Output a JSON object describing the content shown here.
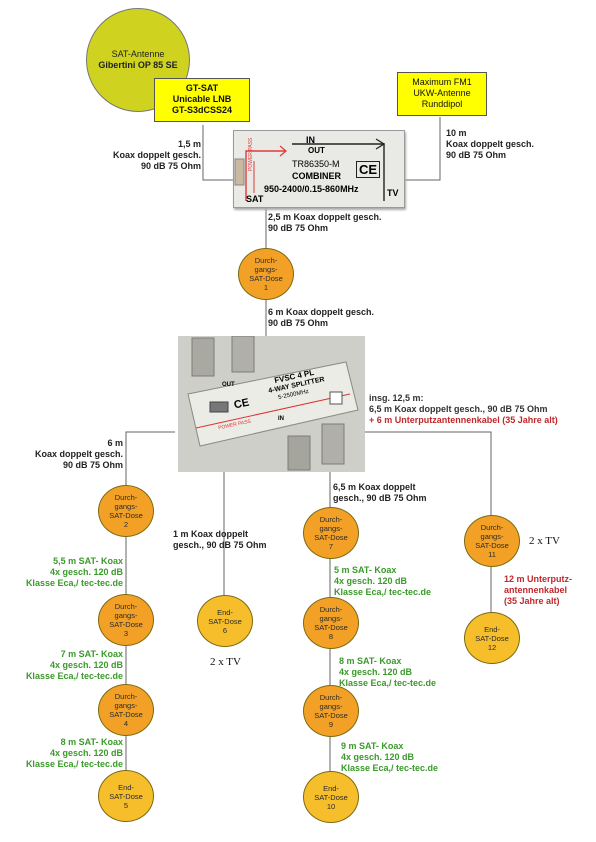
{
  "antenna": {
    "line1": "SAT-Antenne",
    "line2": "Gibertini OP 85 SE"
  },
  "lnb": {
    "text": "GT-SAT\nUnicable LNB\nGT-S3dCSS24"
  },
  "fm": {
    "text": "Maximum FM1\nUKW-Antenne\nRunddipol"
  },
  "combiner": {
    "in": "IN",
    "out": "OUT",
    "sat": "SAT",
    "tv": "TV",
    "model": "TR86350-M",
    "name": "COMBINER",
    "freq": "950-2400/0.15-860MHz",
    "power": "POWER PASS",
    "ce": "CE"
  },
  "splitter": {
    "model": "FVSC 4 PL",
    "type": "4-WAY SPLITTER",
    "freq": "5-2500MHz",
    "out": "OUT",
    "in": "IN",
    "power": "POWER PASS",
    "ce": "CE"
  },
  "cables": {
    "lnb_combiner": [
      "1,5 m",
      "Koax doppelt gesch.",
      "90 dB 75 Ohm"
    ],
    "fm_combiner": [
      "10 m",
      "Koax doppelt gesch.",
      "90 dB 75 Ohm"
    ],
    "combiner_dose1": [
      "2,5 m Koax doppelt gesch.",
      "90 dB 75 Ohm"
    ],
    "dose1_splitter": [
      "6 m Koax doppelt gesch.",
      "90 dB 75 Ohm"
    ],
    "splitter_dose11": [
      "insg. 12,5 m:",
      "6,5 m Koax doppelt gesch., 90 dB 75 Ohm"
    ],
    "splitter_dose11_red": "+ 6 m Unterputzantennenkabel (35 Jahre alt)",
    "splitter_dose2": [
      "6 m",
      "Koax doppelt gesch.",
      "90 dB 75 Ohm"
    ],
    "splitter_dose6": [
      "1 m Koax doppelt",
      "gesch., 90 dB 75 Ohm"
    ],
    "splitter_dose7": [
      "6,5 m Koax doppelt",
      "gesch., 90 dB 75 Ohm"
    ],
    "dose2_3": [
      "5,5 m SAT- Koax",
      "4x gesch. 120 dB",
      "Klasse Eca,/ tec-tec.de"
    ],
    "dose3_4": [
      "7 m SAT- Koax",
      "4x gesch. 120 dB",
      "Klasse Eca,/ tec-tec.de"
    ],
    "dose4_5": [
      "8 m SAT- Koax",
      "4x gesch. 120 dB",
      "Klasse Eca,/ tec-tec.de"
    ],
    "dose7_8": [
      "5 m SAT- Koax",
      "4x gesch. 120 dB",
      "Klasse Eca,/ tec-tec.de"
    ],
    "dose8_9": [
      "8 m SAT- Koax",
      "4x gesch. 120 dB",
      "Klasse Eca,/ tec-tec.de"
    ],
    "dose9_10": [
      "9 m SAT- Koax",
      "4x gesch. 120 dB",
      "Klasse Eca,/ tec-tec.de"
    ],
    "dose11_12": [
      "12 m Unterputz-",
      "antennenkabel",
      "(35 Jahre alt)"
    ]
  },
  "nodes": {
    "d1": "Durch-\ngangs-\nSAT-Dose\n1",
    "d2": "Durch-\ngangs-\nSAT-Dose\n2",
    "d3": "Durch-\ngangs-\nSAT-Dose\n3",
    "d4": "Durch-\ngangs-\nSAT-Dose\n4",
    "d5": "End-\nSAT-Dose\n5",
    "d6": "End-\nSAT-Dose\n6",
    "d7": "Durch-\ngangs-\nSAT-Dose\n7",
    "d8": "Durch-\ngangs-\nSAT-Dose\n8",
    "d9": "Durch-\ngangs-\nSAT-Dose\n9",
    "d10": "End-\nSAT-Dose\n10",
    "d11": "Durch-\ngangs-\nSAT-Dose\n11",
    "d12": "End-\nSAT-Dose\n12"
  },
  "tv": {
    "tv6": "2 x TV",
    "tv11": "2 x TV"
  },
  "colors": {
    "pass": "#f3a126",
    "end": "#f7be2c",
    "antenna": "#cfd31f",
    "box": "#ffff00",
    "green": "#3a9a2a",
    "red": "#c0282c"
  }
}
